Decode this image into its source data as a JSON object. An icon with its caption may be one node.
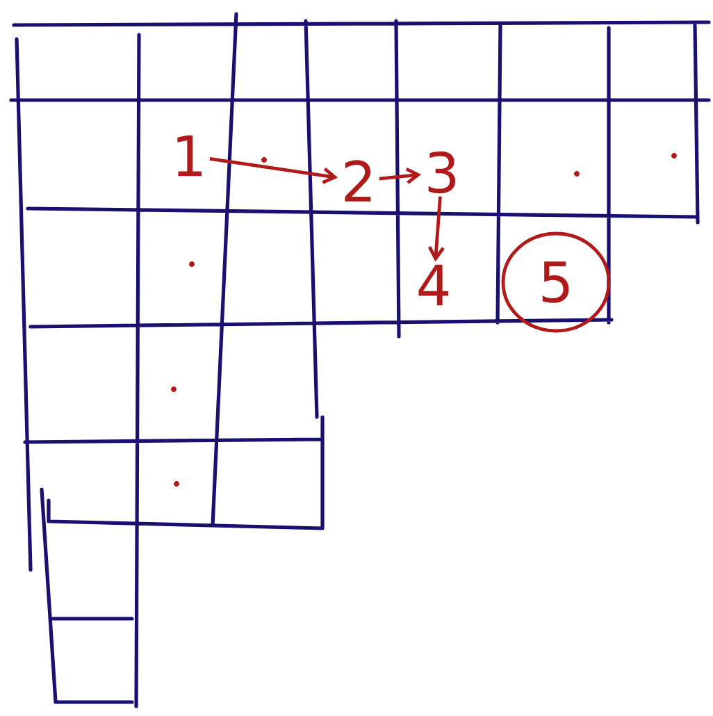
{
  "diagram": {
    "nodes": [
      {
        "text": [
          "1"
        ]
      },
      {
        "text": [
          "2"
        ]
      },
      {
        "text": [
          "3"
        ]
      },
      {
        "text": [
          "4"
        ]
      },
      {
        "text": [
          "5"
        ]
      }
    ],
    "edges": [
      {
        "from": 0,
        "to": 1,
        "arrow": "to"
      },
      {
        "from": 1,
        "to": 2,
        "arrow": "to"
      },
      {
        "from": 2,
        "to": 3,
        "arrow": "to"
      }
    ]
  }
}
